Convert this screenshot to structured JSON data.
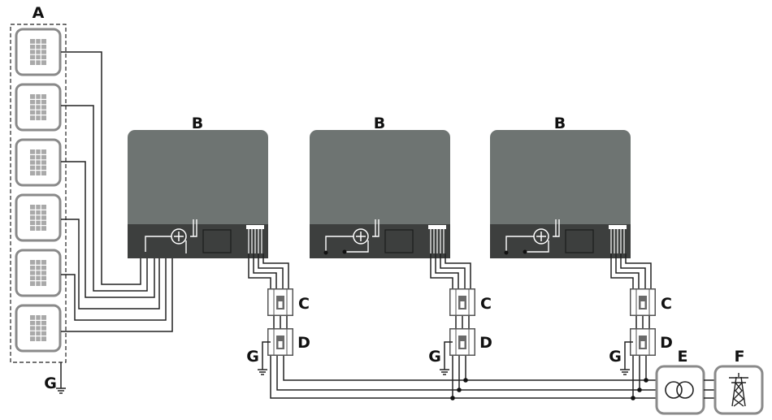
{
  "labels": {
    "pv_array": "A",
    "inverter": "B",
    "breaker_c": "C",
    "breaker_d": "D",
    "transformer": "E",
    "grid": "F",
    "ground": "G"
  },
  "colors": {
    "inverter_body": "#6e7472",
    "inverter_base": "#3d3f3e",
    "panel_frame": "#8a8a8a",
    "panel_cells": "#a9a9a9",
    "wire": "#222222",
    "breaker": "#555555"
  },
  "icons": {
    "pv_module": "solar-panel-icon",
    "transformer": "transformer-icon",
    "grid": "power-pylon-icon",
    "ground": "ground-symbol-icon"
  }
}
